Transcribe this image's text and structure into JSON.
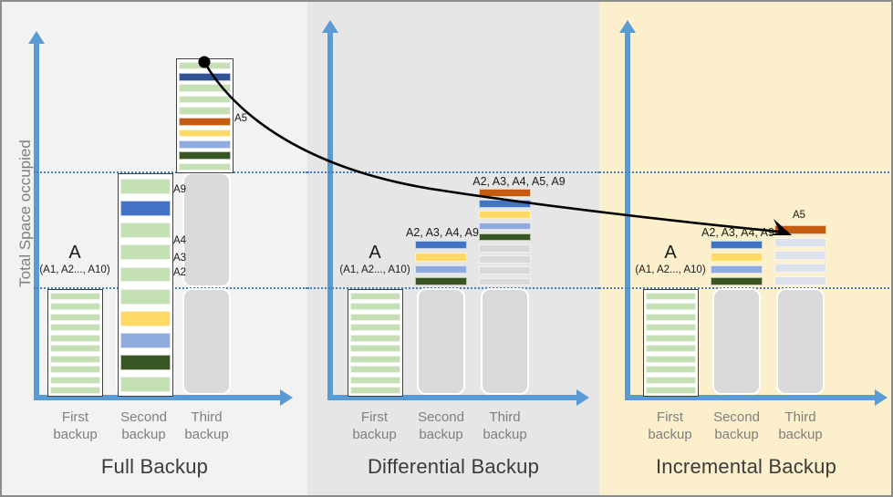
{
  "diagram": {
    "y_axis_label": "Total Space occupied",
    "x_ticks": [
      "First\nbackup",
      "Second\nbackup",
      "Third\nbackup"
    ],
    "first_backup_big_label": "A",
    "first_backup_sub_label": "(A1, A2..., A10)",
    "colors": {
      "green": "#c5e0b4",
      "dark_navy": "#2e5496",
      "blue": "#4472c4",
      "orange": "#c55a11",
      "yellow": "#ffd966",
      "light_blue": "#8faadc",
      "dark_green": "#375623",
      "grey": "#d9d9d9",
      "grey_blue": "#dde1ec",
      "axis": "#5b9bd5",
      "guide": "#4a7ebb",
      "panel_full_bg": "#f2f2f2",
      "panel_diff_bg": "#e6e6e6",
      "panel_incr_bg": "#fcefcb"
    }
  },
  "panels": [
    {
      "id": "full",
      "title": "Full Backup",
      "backups": [
        {
          "name": "first-backup",
          "header": "A",
          "subheader": "(A1, A2..., A10)",
          "stripes": [
            "green",
            "green",
            "green",
            "green",
            "green",
            "green",
            "green",
            "green",
            "green",
            "green"
          ],
          "labels": []
        },
        {
          "name": "second-backup",
          "header": "",
          "stripes": [
            "green",
            "blue",
            "green",
            "green",
            "green",
            "green",
            "yellow",
            "light_blue",
            "dark_green",
            "green"
          ],
          "labels": [
            "A9",
            "A4",
            "A3",
            "A2"
          ]
        },
        {
          "name": "third-backup",
          "header": "",
          "stripes": [
            "green",
            "dark_navy",
            "green",
            "green",
            "green",
            "orange",
            "yellow",
            "light_blue",
            "dark_green",
            "green"
          ],
          "labels": [
            "A5"
          ]
        }
      ]
    },
    {
      "id": "differential",
      "title": "Differential Backup",
      "backups": [
        {
          "name": "first-backup",
          "header": "A",
          "subheader": "(A1, A2..., A10)",
          "stripes": [
            "green",
            "green",
            "green",
            "green",
            "green",
            "green",
            "green",
            "green",
            "green",
            "green"
          ],
          "labels": []
        },
        {
          "name": "second-backup",
          "header": "A2, A3, A4, A9",
          "stripes": [
            "blue",
            "yellow",
            "light_blue",
            "dark_green"
          ],
          "labels": []
        },
        {
          "name": "third-backup",
          "header": "A2, A3, A4, A5, A9",
          "stripes": [
            "orange",
            "blue",
            "yellow",
            "light_blue",
            "dark_green",
            "grey",
            "grey",
            "grey",
            "grey"
          ],
          "labels": []
        }
      ]
    },
    {
      "id": "incremental",
      "title": "Incremental Backup",
      "backups": [
        {
          "name": "first-backup",
          "header": "A",
          "subheader": "(A1, A2..., A10)",
          "stripes": [
            "green",
            "green",
            "green",
            "green",
            "green",
            "green",
            "green",
            "green",
            "green",
            "green"
          ],
          "labels": []
        },
        {
          "name": "second-backup",
          "header": "A2, A3, A4, A9",
          "stripes": [
            "blue",
            "yellow",
            "light_blue",
            "dark_green"
          ],
          "labels": []
        },
        {
          "name": "third-backup",
          "header": "",
          "stripes": [
            "orange",
            "grey_blue",
            "grey_blue",
            "grey_blue",
            "grey_blue"
          ],
          "labels": [
            "A5"
          ]
        }
      ]
    }
  ]
}
